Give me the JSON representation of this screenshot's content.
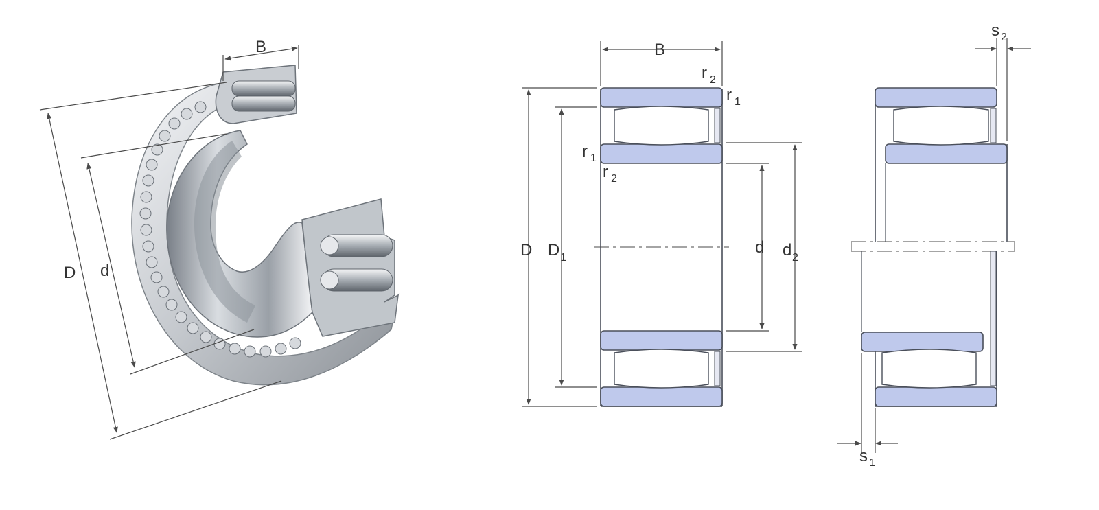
{
  "colors": {
    "ring_fill": "#bfc9ec",
    "ring_stroke": "#4a4f5a",
    "steel_light": "#e9ebee",
    "steel_mid": "#b9bec4",
    "steel_dark": "#6e747b",
    "dim_line": "#4a4a4a"
  },
  "left_view": {
    "B": "B",
    "D": "D",
    "d": "d"
  },
  "middle_view": {
    "B": "B",
    "D": "D",
    "D1_main": "D",
    "D1_sub": "1",
    "d": "d",
    "d2_main": "d",
    "d2_sub": "2",
    "r1_top_main": "r",
    "r1_top_sub": "1",
    "r2_top_main": "r",
    "r2_top_sub": "2",
    "r1_left_main": "r",
    "r1_left_sub": "1",
    "r2_left_main": "r",
    "r2_left_sub": "2"
  },
  "right_view": {
    "s2_main": "s",
    "s2_sub": "2",
    "s1_main": "s",
    "s1_sub": "1"
  }
}
